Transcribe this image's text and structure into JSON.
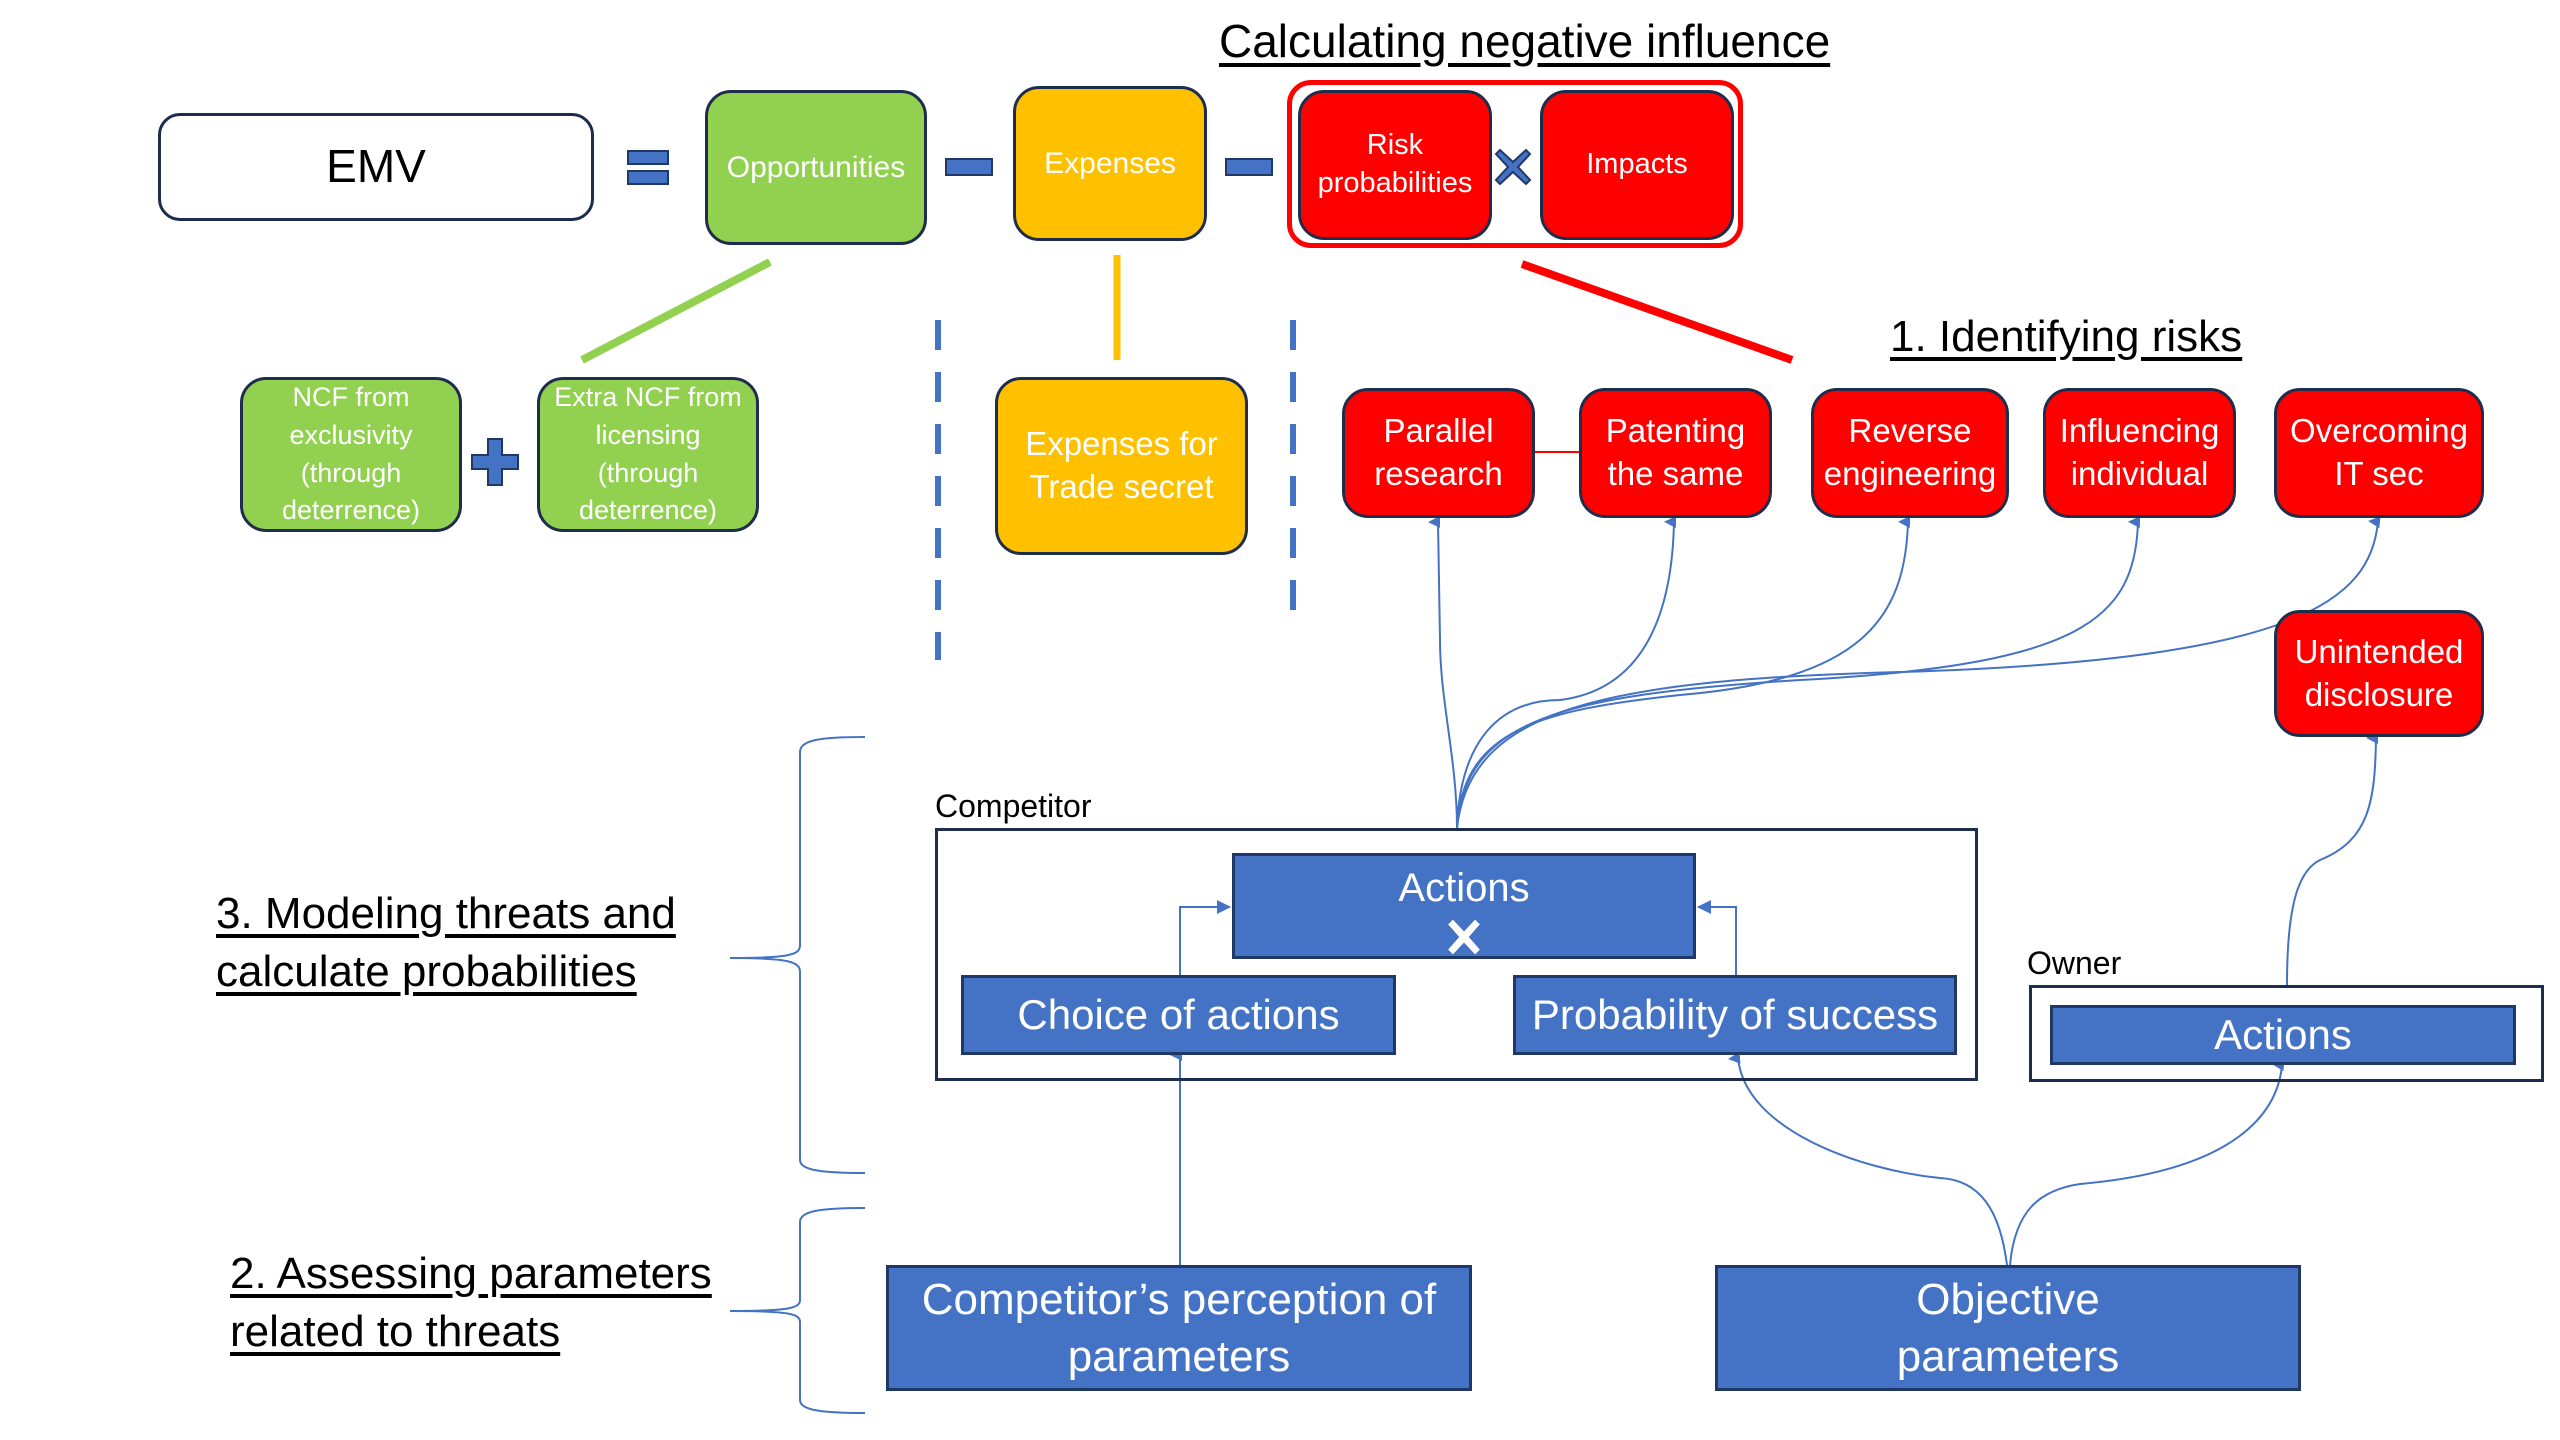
{
  "colors": {
    "green": "#92d050",
    "orange": "#ffc000",
    "red": "#ff0000",
    "blue": "#4472c4",
    "operator_blue": "#4472c4",
    "connector_blue": "#4472c4"
  },
  "headings": {
    "negative_influence": "Calculating negative influence",
    "identifying_risks": "1. Identifying risks",
    "modeling_line1": "3. Modeling threats and ",
    "modeling_line2": "calculate probabilities",
    "assessing_line1": "2. Assessing parameters",
    "assessing_line2": "related to threats"
  },
  "equation": {
    "emv": "EMV",
    "equals_icon": "equals-icon",
    "opportunities": "Opportunities",
    "minus_icon": "minus-icon",
    "expenses": "Expenses",
    "risk_probabilities_line1": "Risk",
    "risk_probabilities_line2": "probabilities",
    "times_icon": "multiply-icon",
    "impacts": "Impacts"
  },
  "opportunity_parts": [
    {
      "lines": [
        "NCF from",
        "exclusivity",
        "(through",
        "deterrence)"
      ]
    },
    {
      "lines": [
        "Extra NCF from",
        "licensing",
        "(through",
        "deterrence)"
      ]
    }
  ],
  "plus_icon": "plus-icon",
  "expense_parts": {
    "lines": [
      "Expenses for",
      "Trade secret"
    ]
  },
  "risks": [
    {
      "lines": [
        "Parallel",
        "research"
      ]
    },
    {
      "lines": [
        "Patenting",
        "the same"
      ]
    },
    {
      "lines": [
        "Reverse",
        "engineering"
      ]
    },
    {
      "lines": [
        "Influencing",
        "individual"
      ]
    },
    {
      "lines": [
        "Overcoming",
        "IT sec"
      ]
    }
  ],
  "unintended": {
    "lines": [
      "Unintended",
      "disclosure"
    ]
  },
  "competitor": {
    "label": "Competitor",
    "actions": "Actions",
    "actions_icon": "multiply-icon",
    "choice": "Choice of actions",
    "probability": "Probability of success"
  },
  "owner": {
    "label": "Owner",
    "actions": "Actions"
  },
  "parameters": {
    "perception_line1": "Competitor’s perception of",
    "perception_line2": "parameters",
    "objective_line1": "Objective",
    "objective_line2": "parameters"
  }
}
